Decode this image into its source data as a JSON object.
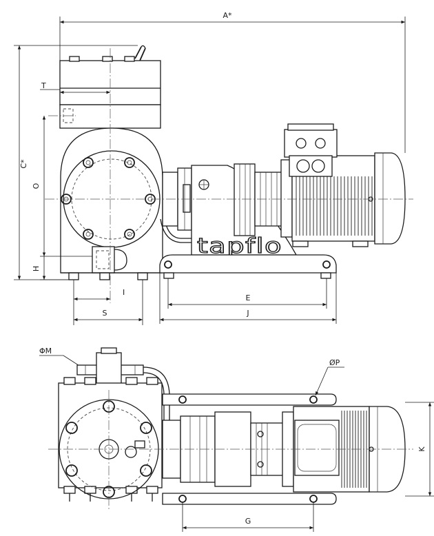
{
  "brand": "tapflo",
  "dimensions": {
    "A": "A*",
    "C": "C*",
    "T": "T",
    "O": "O",
    "H": "H",
    "I": "I",
    "S": "S",
    "E": "E",
    "J": "J",
    "M": "ΦM",
    "P": "ØP",
    "K": "K",
    "G": "G"
  }
}
